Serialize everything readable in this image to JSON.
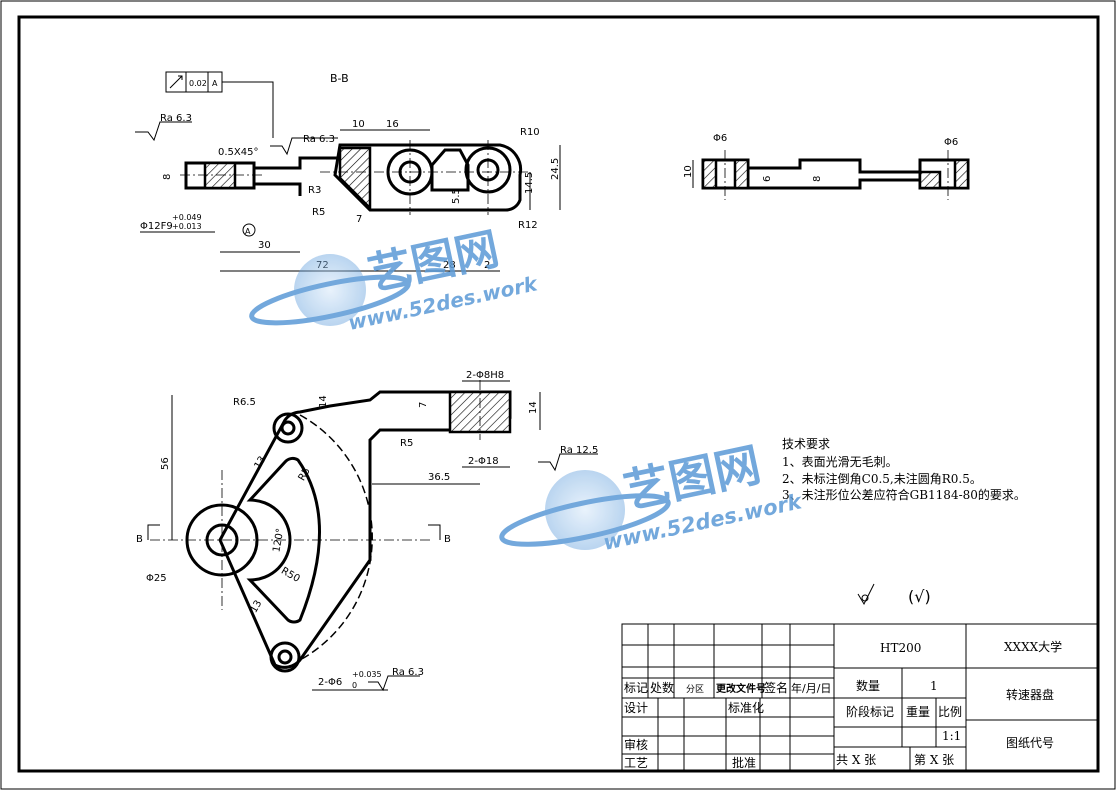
{
  "views": {
    "section_label": "B-B",
    "section_mark": "B",
    "datum_label": "A",
    "roughness_top": "Ra 6.3",
    "roughness_top2": "Ra 6.3",
    "roughness_bottom": "Ra 12.5",
    "roughness_hole": "Ra 6.3",
    "tolerance_frame_value": "0.02",
    "tolerance_frame_datum": "A"
  },
  "dims": {
    "chamfer": "0.5X45°",
    "d10": "10",
    "d16": "16",
    "r10": "R10",
    "d8": "8",
    "r3": "R3",
    "r5a": "R5",
    "d7a": "7",
    "d5_5": "5.5",
    "d14_5": "14.5",
    "d24_5": "24.5",
    "r12": "R12",
    "phi12": "Φ12F9",
    "phi12_tol_up": "+0.049",
    "phi12_tol_lo": "+0.013",
    "d30": "30",
    "d72": "72",
    "d28": "28",
    "d2": "2",
    "phi6a": "Φ6",
    "phi6b": "Φ6",
    "d10b": "10",
    "d6": "6",
    "d8b": "8",
    "r6_5": "R6.5",
    "d14a": "14",
    "d7b": "7",
    "holes_top": "2-Φ8H8",
    "d14b": "14",
    "r5b": "R5",
    "holes_phi18": "2-Φ18",
    "d56": "56",
    "d13a": "13",
    "r5c": "R5",
    "d36_5": "36.5",
    "angle": "120°",
    "r50": "R50",
    "phi25": "Φ25",
    "d13b": "13",
    "holes_bottom": "2-Φ6",
    "holes_bottom_sub": "0",
    "holes_bottom_tol": "+0.035"
  },
  "tech": {
    "heading": "技术要求",
    "items": [
      "1、表面光滑无毛刺。",
      "2、未标注倒角C0.5,未注圆角R0.5。",
      "3、未注形位公差应符合GB1184-80的要求。"
    ]
  },
  "title_block": {
    "material": "HT200",
    "school": "XXXX大学",
    "qty_label": "数量",
    "qty_value": "1",
    "part_name": "转速器盘",
    "stage_label": "阶段标记",
    "weight_label": "重量",
    "scale_label": "比例",
    "scale_value": "1:1",
    "drawing_no": "图纸代号",
    "total_sheets": "共 X 张",
    "sheet_no": "第 X 张",
    "hdr_mark": "标记",
    "hdr_count": "处数",
    "hdr_zone": "分区",
    "hdr_change": "更改文件号",
    "hdr_sign": "签名",
    "hdr_date": "年/月/日",
    "design": "设计",
    "standard": "标准化",
    "review": "审核",
    "process": "工艺",
    "approve": "批准"
  },
  "watermark": {
    "brand": "艺图网",
    "url": "www.52des.work"
  },
  "roughness_other": "(√)"
}
